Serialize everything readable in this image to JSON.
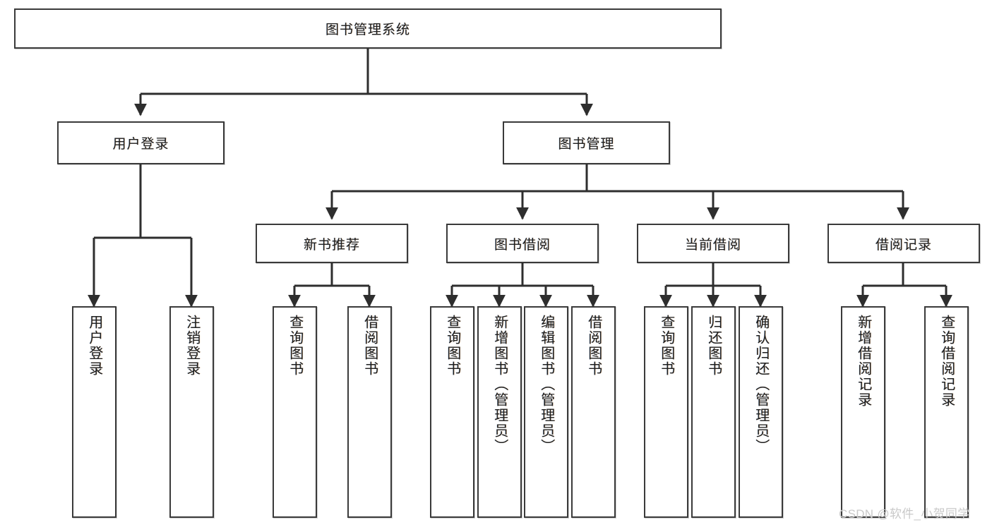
{
  "diagram": {
    "type": "tree",
    "title": "图书管理系统",
    "root": {
      "label": "图书管理系统"
    },
    "level1": [
      {
        "id": "user-login",
        "label": "用户登录"
      },
      {
        "id": "book-management",
        "label": "图书管理"
      }
    ],
    "level2": [
      {
        "id": "new-book-recommend",
        "label": "新书推荐",
        "parent": "book-management"
      },
      {
        "id": "book-borrow",
        "label": "图书借阅",
        "parent": "book-management"
      },
      {
        "id": "current-borrow",
        "label": "当前借阅",
        "parent": "book-management"
      },
      {
        "id": "borrow-record",
        "label": "借阅记录",
        "parent": "book-management"
      }
    ],
    "leaves": [
      {
        "id": "leaf-user-login",
        "label": "用户登录",
        "parent": "user-login"
      },
      {
        "id": "leaf-logout",
        "label": "注销登录",
        "parent": "user-login"
      },
      {
        "id": "leaf-query-book-1",
        "label": "查询图书",
        "parent": "new-book-recommend"
      },
      {
        "id": "leaf-borrow-book-1",
        "label": "借阅图书",
        "parent": "new-book-recommend"
      },
      {
        "id": "leaf-query-book-2",
        "label": "查询图书",
        "parent": "book-borrow"
      },
      {
        "id": "leaf-add-book",
        "label": "新增图书（管理员）",
        "parent": "book-borrow"
      },
      {
        "id": "leaf-edit-book",
        "label": "编辑图书（管理员）",
        "parent": "book-borrow"
      },
      {
        "id": "leaf-borrow-book-2",
        "label": "借阅图书",
        "parent": "book-borrow"
      },
      {
        "id": "leaf-query-book-3",
        "label": "查询图书",
        "parent": "current-borrow"
      },
      {
        "id": "leaf-return-book",
        "label": "归还图书",
        "parent": "current-borrow"
      },
      {
        "id": "leaf-confirm-return",
        "label": "确认归还（管理员）",
        "parent": "current-borrow"
      },
      {
        "id": "leaf-add-record",
        "label": "新增借阅记录",
        "parent": "borrow-record"
      },
      {
        "id": "leaf-query-record",
        "label": "查询借阅记录",
        "parent": "borrow-record"
      }
    ],
    "watermark": "CSDN @软件_小贺同学",
    "colors": {
      "background": "#ffffff",
      "box_border": "#3a3a3a",
      "box_fill": "#ffffff",
      "connector": "#2e2e2e",
      "text": "#1f1f1f",
      "watermark": "#c9c9c9"
    }
  }
}
